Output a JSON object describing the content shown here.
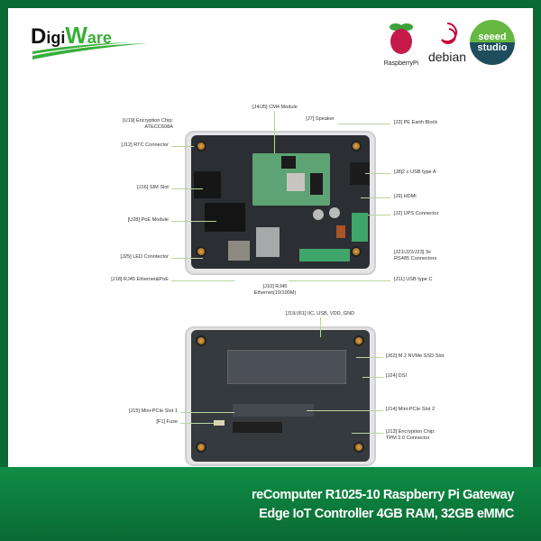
{
  "header": {
    "brand_logo": "DigiWare",
    "partner_logos": [
      "RaspberryPi",
      "debian",
      "seeed studio"
    ]
  },
  "diagram_top": {
    "labels_left": [
      "[U19] Encryption Chip:\nATECC608A",
      "[J12] RTC Connector",
      "[J16] SIM Slot",
      "[U28] PoE Module",
      "[J25] LED Conntector",
      "[J18] RJ45 Ethernet&PoE"
    ],
    "labels_right": [
      "[J3] PE Earth Block",
      "[J8]2 x USB type A",
      "[J9] HDMI",
      "[J2] UPS Connector",
      "[J21/J22/J23] 3x\nRS485 Connectors",
      "[J11] USB type C"
    ],
    "label_cm4": "[J4/J5] CM4 Module",
    "label_speaker": "[J7] Speaker",
    "label_rj45": "[J10] RJ45\nEthernet(10/100M)"
  },
  "diagram_bottom": {
    "label_top": "[J19/J61] IIC, USB, VDD, GND",
    "labels_right": [
      "[J62] M.2 NVMe SSD Slot",
      "[J24] DSI",
      "[J14] Mini-PCIe Slot 2",
      "[J13] Encryption Chip:\nTPM 2.0 Connector"
    ],
    "labels_left": [
      "[J15] Mini-PCIe Slot 1",
      "[F1] Fuse"
    ]
  },
  "footer": {
    "title_line1": "reComputer R1025-10 Raspberry Pi Gateway",
    "title_line2": "Edge IoT Controller 4GB RAM, 32GB eMMC"
  },
  "colors": {
    "frame": "#0b6a34",
    "brand_green": "#3aae3a",
    "seeed": "#1e4d5c"
  }
}
